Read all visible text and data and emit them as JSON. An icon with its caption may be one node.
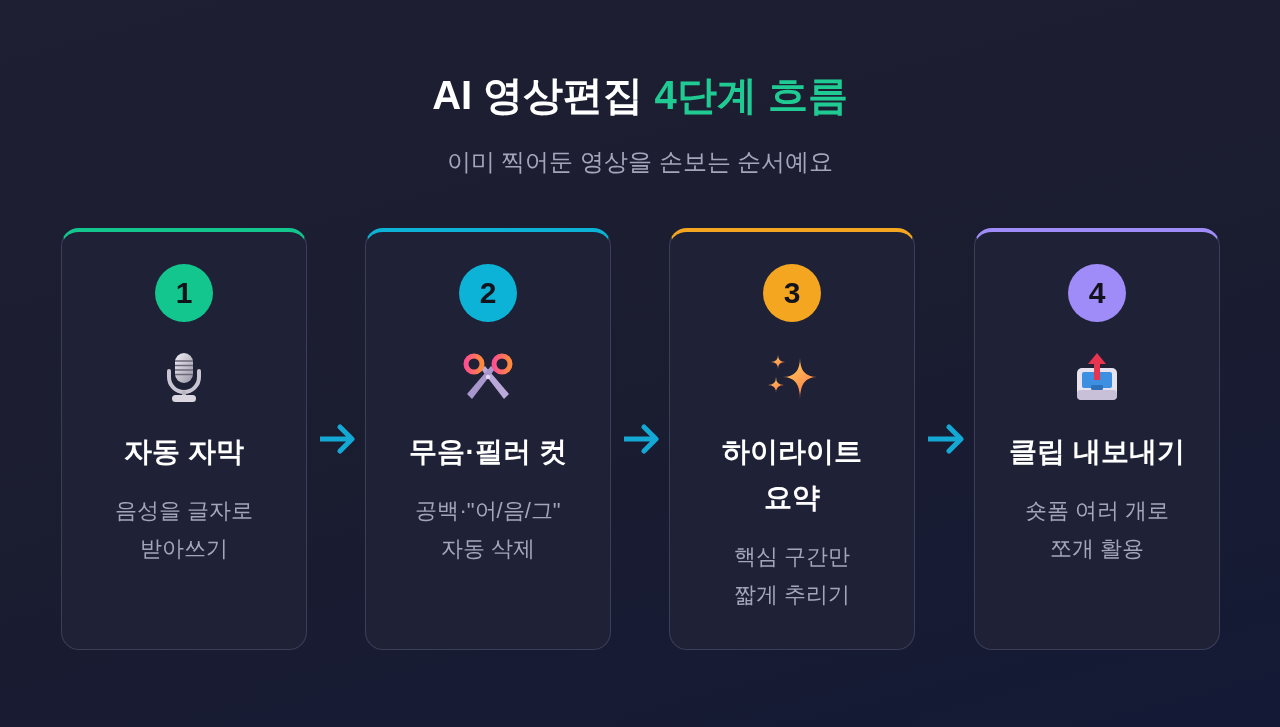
{
  "diagram": {
    "title": "AI 영상편집 **4단계 흐름**",
    "nodes": [
      {
        "text": [
          "자동 자막",
          "음성을 글자로 받아쓰기"
        ]
      },
      {
        "text": [
          "1"
        ],
        "in": 0
      },
      {
        "text": [
          "무음·필러 컷",
          "공백·\"어/음/그\" 자동 삭제"
        ]
      },
      {
        "text": [
          "2"
        ],
        "in": 2
      },
      {
        "text": [
          "하이라이트 요약",
          "핵심 구간만 짧게 추리기"
        ]
      },
      {
        "text": [
          "3"
        ],
        "in": 4
      },
      {
        "text": [
          "클립 내보내기",
          "숏폼 여러 개로 쪼개 활용"
        ]
      },
      {
        "text": [
          "4"
        ],
        "in": 6
      }
    ],
    "edges": [
      {
        "from": 0,
        "to": 2,
        "arrow": "to"
      },
      {
        "from": 2,
        "to": 4,
        "arrow": "to"
      },
      {
        "from": 4,
        "to": 6,
        "arrow": "to"
      }
    ],
    "labels": [
      "이미 찍어둔 영상을 손보는 순서예요"
    ]
  }
}
